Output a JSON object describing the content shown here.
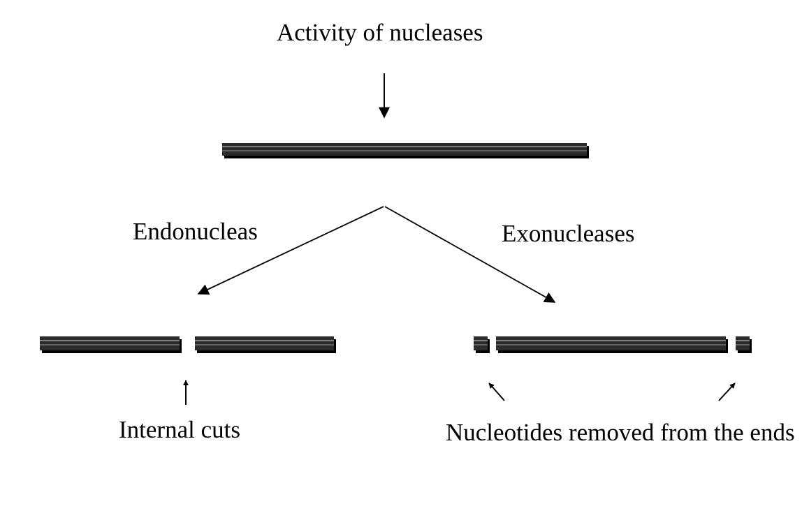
{
  "diagram": {
    "title": "Activity of nucleases",
    "branch_left_label": "Endonucleas",
    "branch_right_label": "Exonucleases",
    "left_caption": "Internal cuts",
    "right_caption": "Nucleotides removed from the ends"
  },
  "colors": {
    "strand": "#2b2b2b",
    "strand_highlight": "#9a9a9a",
    "strand_shadow": "#000000",
    "line": "#000000"
  }
}
